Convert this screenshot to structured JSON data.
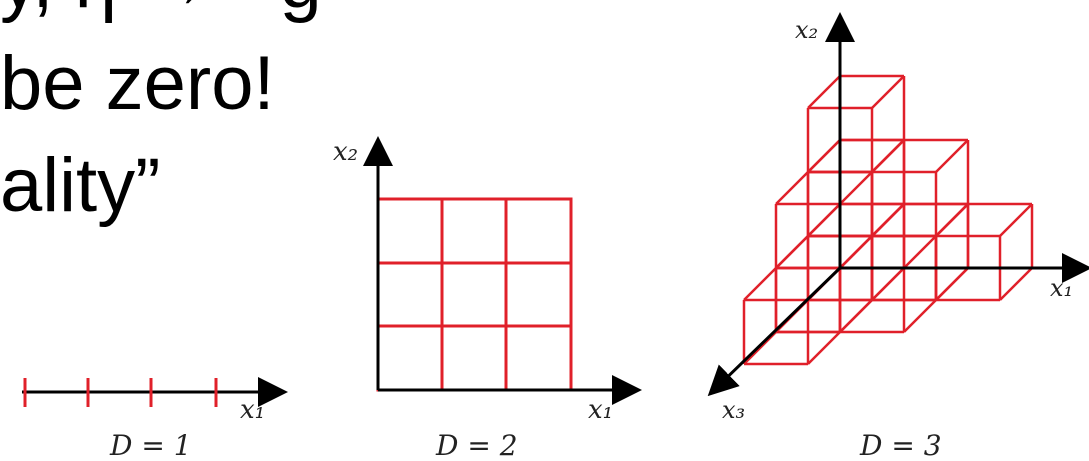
{
  "text": {
    "line1": "y, η → −g",
    "line2": "be zero!",
    "line3": "ality”"
  },
  "figures": {
    "d1": {
      "axis_label": "x₁",
      "caption": "D = 1"
    },
    "d2": {
      "axis_x": "x₁",
      "axis_y": "x₂",
      "caption": "D = 2"
    },
    "d3": {
      "axis_x1": "x₁",
      "axis_x2": "x₂",
      "axis_x3": "x₃",
      "caption": "D = 3"
    }
  },
  "colors": {
    "grid": "#e0202a",
    "axis": "#000000"
  }
}
